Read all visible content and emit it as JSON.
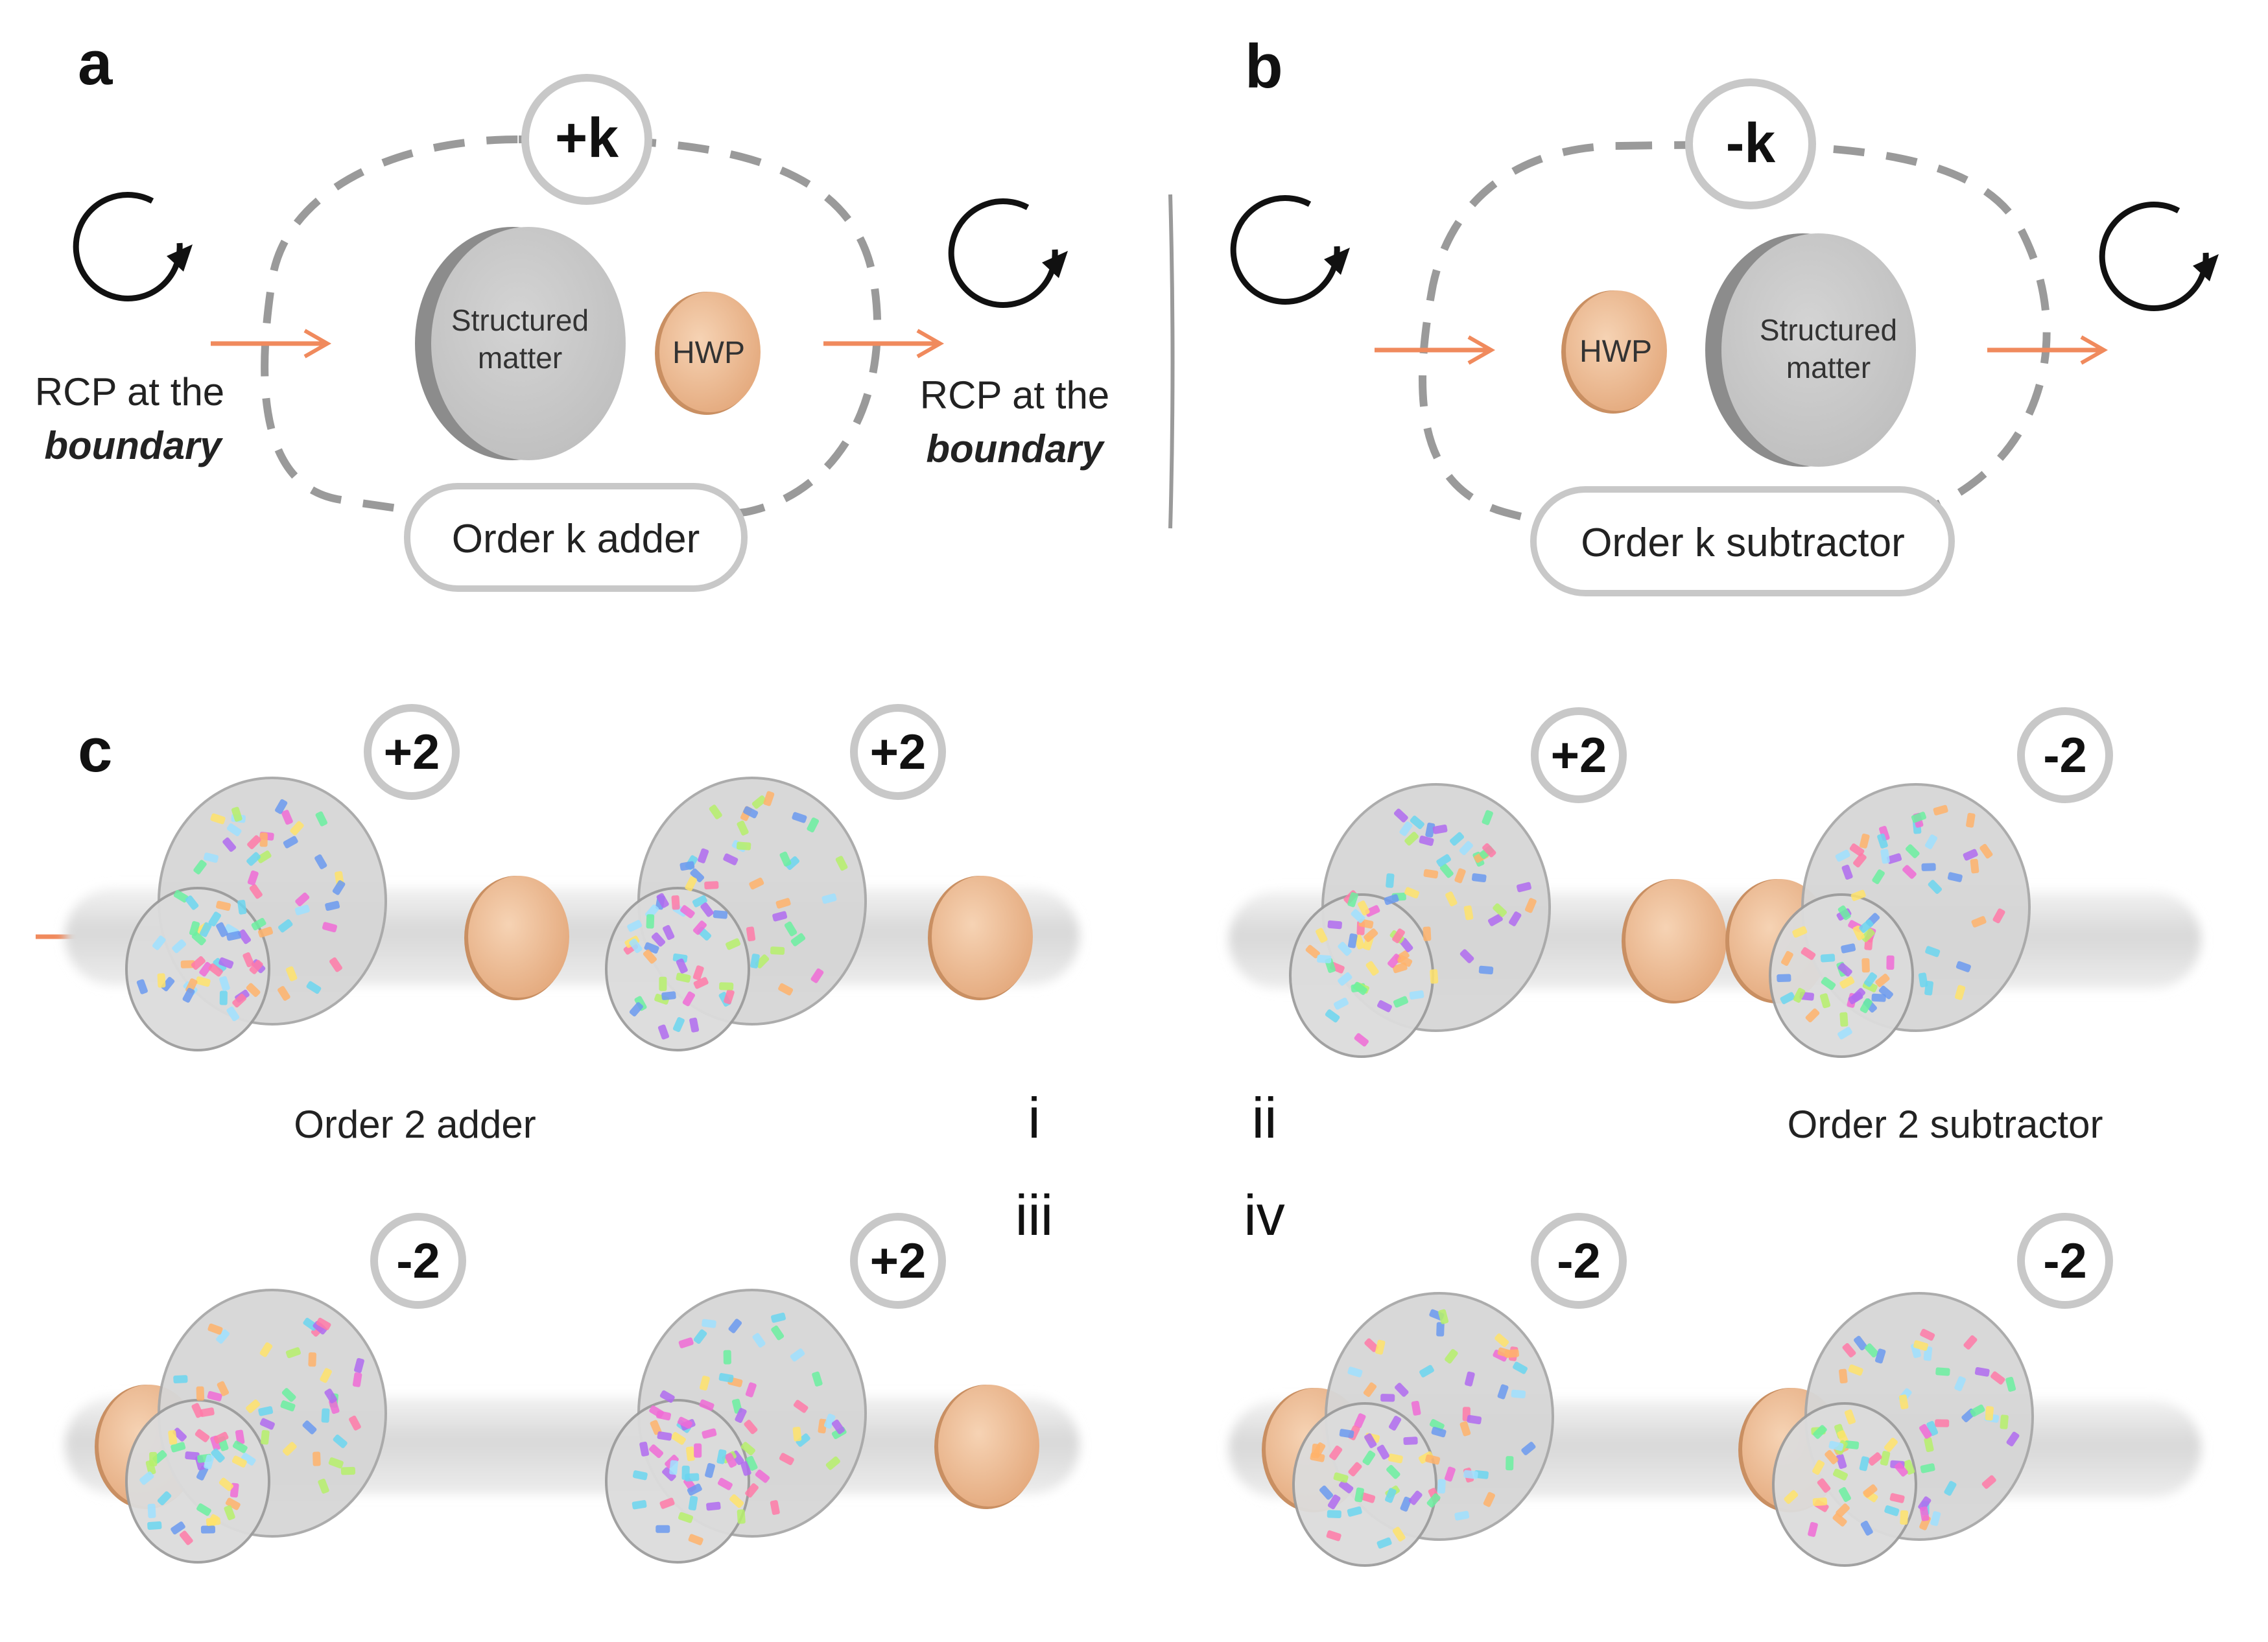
{
  "panels": {
    "a": {
      "label": "a",
      "badge": "+k",
      "left_caption_line1": "RCP at the",
      "left_caption_line2": "boundary",
      "right_caption_line1": "RCP at the",
      "right_caption_line2": "boundary",
      "structured_matter_line1": "Structured",
      "structured_matter_line2": "matter",
      "hwp": "HWP",
      "box_label": "Order k adder"
    },
    "b": {
      "label": "b",
      "badge": "-k",
      "structured_matter_line1": "Structured",
      "structured_matter_line2": "matter",
      "hwp": "HWP",
      "box_label": "Order k subtractor"
    },
    "c": {
      "label": "c",
      "sub_i": {
        "roman": "i",
        "badges": [
          "+2",
          "+2"
        ],
        "caption": "Order 2 adder"
      },
      "sub_ii": {
        "roman": "ii",
        "badges": [
          "+2",
          "-2"
        ],
        "caption": "Order 2 subtractor"
      },
      "sub_iii": {
        "roman": "iii",
        "badges": [
          "-2",
          "+2"
        ]
      },
      "sub_iv": {
        "roman": "iv",
        "badges": [
          "-2",
          "-2"
        ]
      }
    }
  },
  "colors": {
    "arrow": "#f08a5d",
    "dash": "#9a9a9a",
    "badge_stroke": "#c8c8c8",
    "disk": "#c9c9c9",
    "disk_edge": "#8a8a8a",
    "hwp": "#f2c49f",
    "hwp_edge": "#c98f62",
    "tube": "#e3e3e3"
  }
}
